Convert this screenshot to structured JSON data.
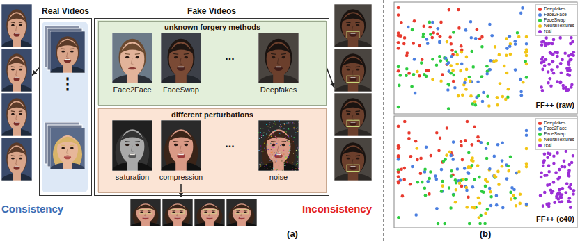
{
  "diagram": {
    "nodes": [
      {
        "text": [
          "Consistency"
        ]
      },
      {
        "text": [
          "Real Videos"
        ]
      },
      {
        "text": [
          "Fake Videos"
        ]
      },
      {
        "text": [
          "unknown forgery methods"
        ],
        "in": 2
      },
      {
        "text": [
          "different perturbations"
        ],
        "in": 2
      },
      {
        "text": [
          "Inconsistency"
        ]
      }
    ],
    "edges": [
      {
        "from": 1,
        "to": 0,
        "arrow": "to"
      },
      {
        "from": 3,
        "to": 5,
        "arrow": "to"
      }
    ],
    "labels": [
      "(a)",
      "(b)",
      "⋮",
      "Face2Face",
      "FaceSwap",
      "...",
      "Deepfakes",
      "saturation",
      "compression",
      "...",
      "noise",
      "FF++ (raw)",
      "FF++ (c40)"
    ],
    "legend": [
      {
        "text": "Deepfakes",
        "color": "#e83a2e"
      },
      {
        "text": "Face2Face",
        "color": "#4b7fe0"
      },
      {
        "text": "FaceSwap",
        "color": "#2ecc40"
      },
      {
        "text": "NeuralTextures",
        "color": "#f2c515"
      },
      {
        "text": "real",
        "color": "#9b2fd6"
      },
      {
        "text": "Deepfakes",
        "color": "#e83a2e"
      },
      {
        "text": "Face2Face",
        "color": "#4b7fe0"
      },
      {
        "text": "FaceSwap",
        "color": "#2ecc40"
      },
      {
        "text": "NeuralTextures",
        "color": "#f2c515"
      },
      {
        "text": "real",
        "color": "#9b2fd6"
      }
    ]
  }
}
